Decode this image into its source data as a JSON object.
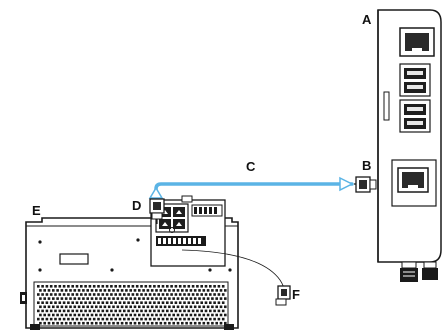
{
  "callouts": {
    "a": "A",
    "b": "B",
    "c": "C",
    "d": "D",
    "e": "E",
    "f": "F"
  },
  "colors": {
    "cable": "#5bb4e5",
    "line": "#1a1a1a",
    "panel": "#ffffff",
    "port_dark": "#222222"
  },
  "icons": {
    "connector_b": "rj45-plug-icon",
    "connector_d": "rj45-plug-icon",
    "connector_f": "rj45-plug-icon"
  }
}
